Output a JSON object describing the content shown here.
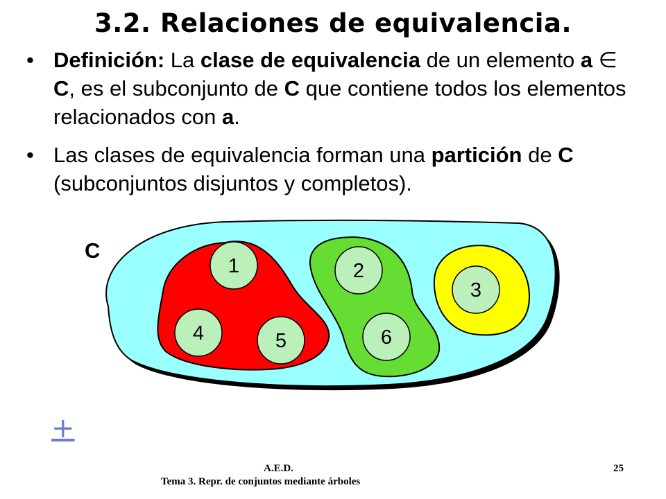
{
  "slide": {
    "title": "3.2. Relaciones de equivalencia.",
    "bullets": [
      {
        "segments": [
          {
            "text": "Definición:",
            "bold": true
          },
          {
            "text": " La ",
            "bold": false
          },
          {
            "text": "clase de equivalencia",
            "bold": true
          },
          {
            "text": " de un elemento ",
            "bold": false
          },
          {
            "text": "a",
            "bold": true
          },
          {
            "text": " ∈ ",
            "bold": false
          },
          {
            "text": "C",
            "bold": true
          },
          {
            "text": ", es el subconjunto de ",
            "bold": false
          },
          {
            "text": "C",
            "bold": true
          },
          {
            "text": " que contiene todos los elementos relacionados con ",
            "bold": false
          },
          {
            "text": "a",
            "bold": true
          },
          {
            "text": ".",
            "bold": false
          }
        ]
      },
      {
        "segments": [
          {
            "text": "Las clases de equivalencia forman una ",
            "bold": false
          },
          {
            "text": "partición",
            "bold": true
          },
          {
            "text": " de ",
            "bold": false
          },
          {
            "text": "C",
            "bold": true
          },
          {
            "text": " (subconjuntos disjuntos y completos).",
            "bold": false
          }
        ]
      }
    ],
    "bullet_char": "•"
  },
  "diagram": {
    "set_label": "C",
    "colors": {
      "set": "#99ffff",
      "class_red": "#ff0000",
      "class_green": "#66dd33",
      "class_yellow": "#ffff00",
      "node": "#bbf0bb",
      "outline": "#000000"
    },
    "nodes": [
      "1",
      "2",
      "3",
      "4",
      "5",
      "6"
    ],
    "classes": [
      {
        "name": "red",
        "members": [
          "1",
          "4",
          "5"
        ]
      },
      {
        "name": "green",
        "members": [
          "2",
          "6"
        ]
      },
      {
        "name": "yellow",
        "members": [
          "3"
        ]
      }
    ]
  },
  "nav": {
    "plus": "+"
  },
  "footer": {
    "course": "A.E.D.",
    "subtitle": "Tema 3. Repr. de conjuntos mediante árboles",
    "page": "25"
  }
}
